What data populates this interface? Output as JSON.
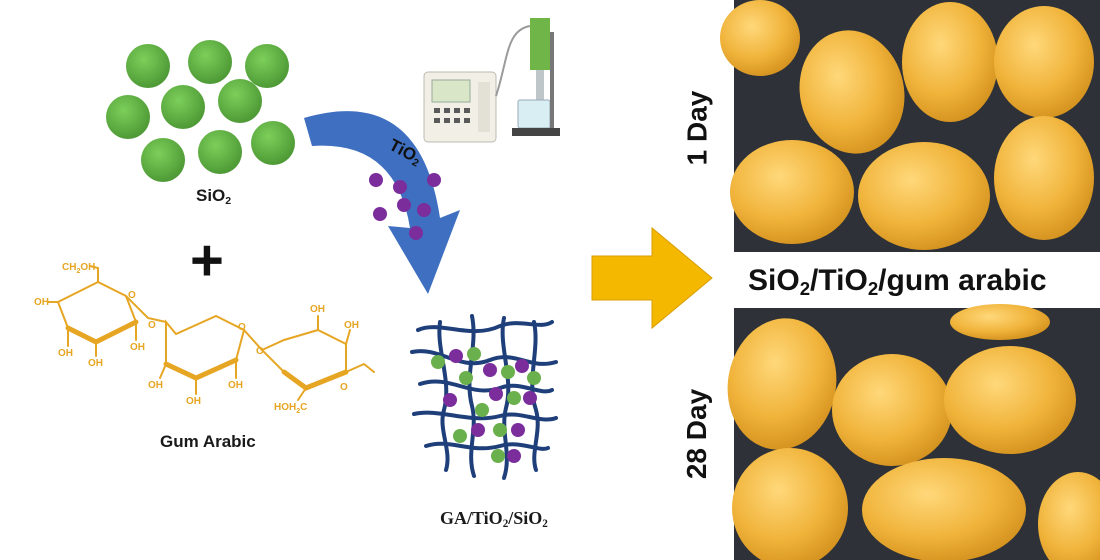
{
  "labels": {
    "sio2_main": "SiO",
    "sio2_sub": "2",
    "tio2_main": "TiO",
    "tio2_sub": "2",
    "gum_arabic": "Gum Arabic",
    "plus": "+",
    "ga_part1": "GA/TiO",
    "ga_sub1": "2",
    "ga_part2": "/SiO",
    "ga_sub2": "2",
    "title_p1": "SiO",
    "title_s1": "2",
    "title_p2": "/TiO",
    "title_s2": "2",
    "title_p3": "/gum arabic",
    "day1": "1 Day",
    "day28": "28 Day"
  },
  "molecule_text": {
    "ch2oh": "CH",
    "ch2oh_sub": "2",
    "ch2oh_tail": "OH",
    "oh": "OH",
    "o": "O",
    "hoh2c_a": "HOH",
    "hoh2c_sub": "2",
    "hoh2c_b": "C"
  },
  "colors": {
    "sio2_sphere": "#6ab04c",
    "tio2_particle": "#7b2d9b",
    "blue_arrow": "#3f6fc0",
    "gold_arrow": "#f5b800",
    "molecule": "#e6a623",
    "network_line": "#1f3f7a",
    "mango": "#f2b33a",
    "tray": "#2e3238"
  },
  "icons": [
    "ultrasonic-device-icon",
    "mango-photo-day1",
    "mango-photo-day28"
  ]
}
